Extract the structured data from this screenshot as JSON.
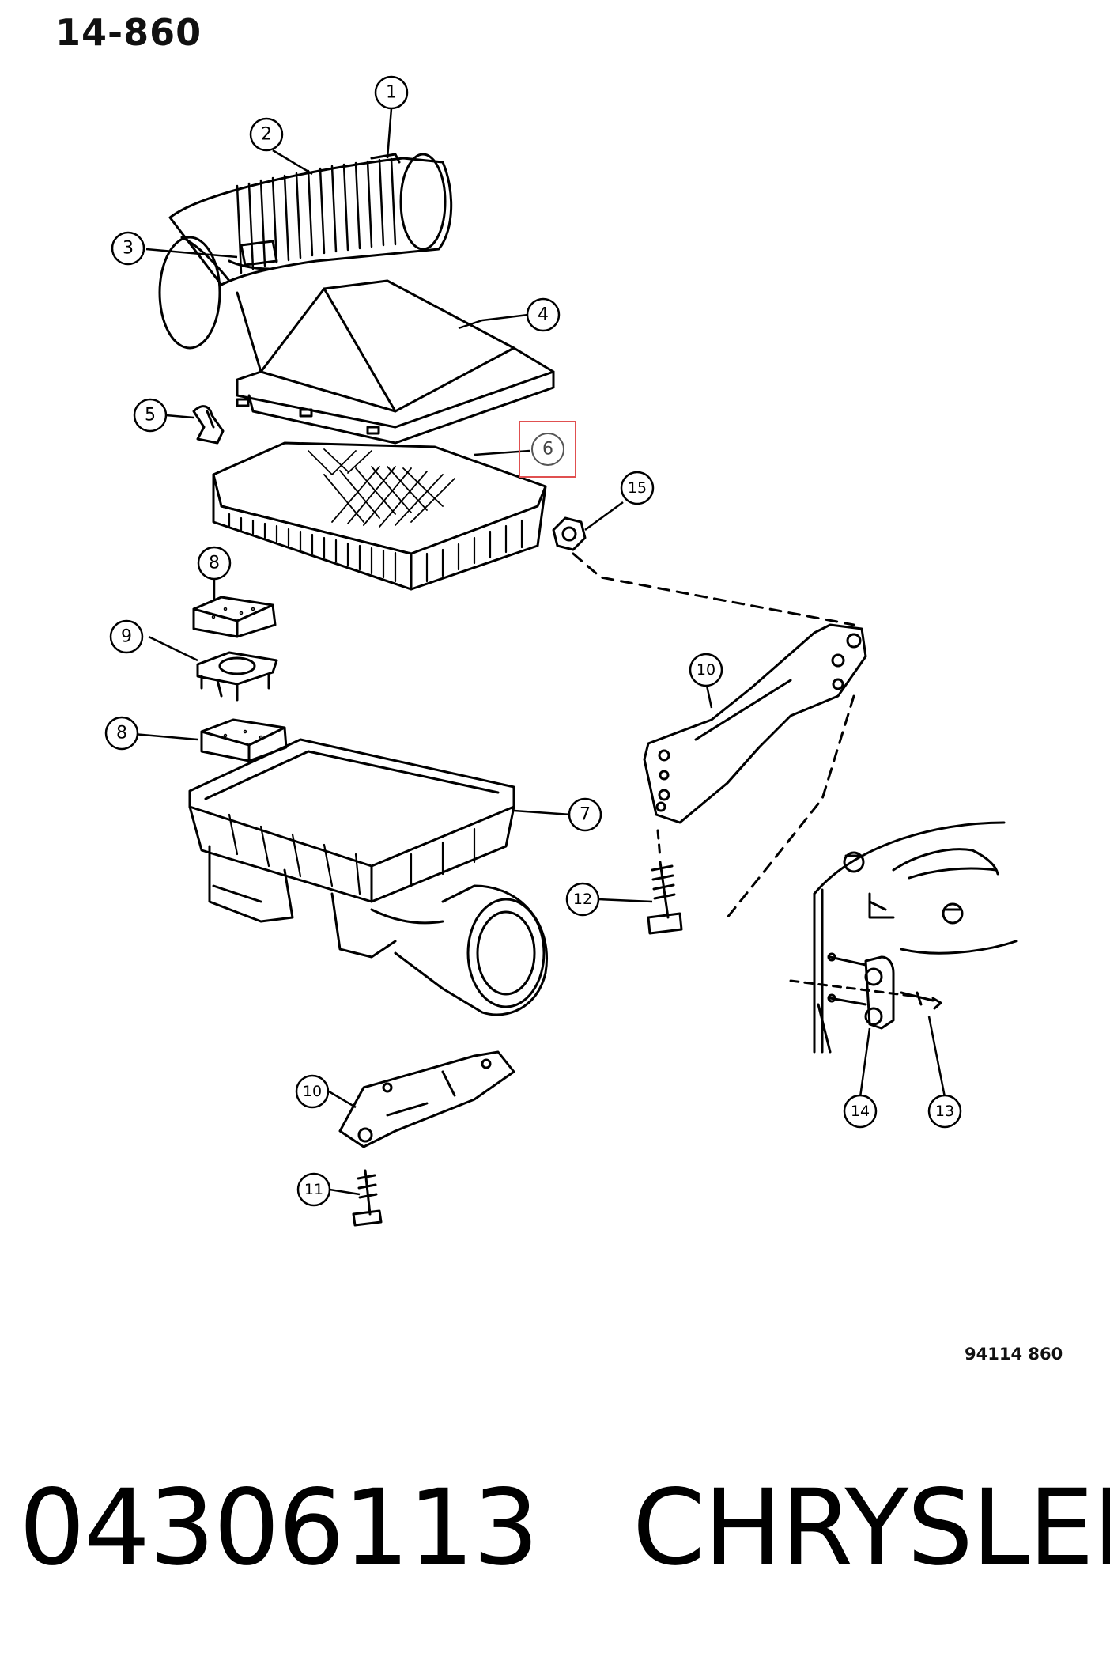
{
  "page_code": "14-860",
  "figure_ref": "94114 860",
  "part_number": "04306113",
  "brand": "CHRYSLER",
  "highlight_color": "#e05050",
  "callouts": [
    {
      "id": "c1",
      "label": "1"
    },
    {
      "id": "c2",
      "label": "2"
    },
    {
      "id": "c3",
      "label": "3"
    },
    {
      "id": "c4",
      "label": "4"
    },
    {
      "id": "c5",
      "label": "5"
    },
    {
      "id": "c6",
      "label": "6",
      "highlighted": true
    },
    {
      "id": "c15",
      "label": "15"
    },
    {
      "id": "c8a",
      "label": "8"
    },
    {
      "id": "c9",
      "label": "9"
    },
    {
      "id": "c10a",
      "label": "10"
    },
    {
      "id": "c8b",
      "label": "8"
    },
    {
      "id": "c7",
      "label": "7"
    },
    {
      "id": "c12",
      "label": "12"
    },
    {
      "id": "c10b",
      "label": "10"
    },
    {
      "id": "c14",
      "label": "14"
    },
    {
      "id": "c13",
      "label": "13"
    },
    {
      "id": "c11",
      "label": "11"
    }
  ]
}
